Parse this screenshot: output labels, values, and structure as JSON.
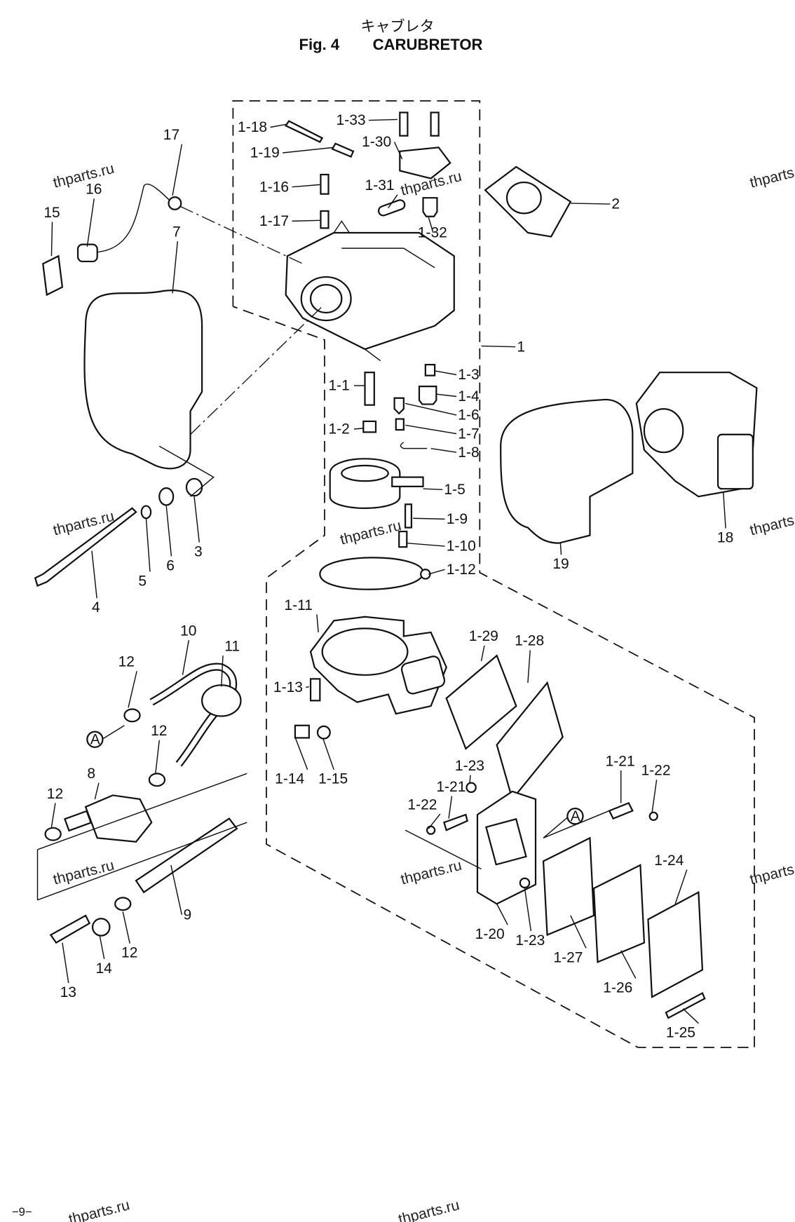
{
  "title": {
    "japanese": "キャブレタ",
    "fig": "Fig. 4",
    "name": "CARUBRETOR"
  },
  "page_number": "−9−",
  "labels": [
    "1-18",
    "1-33",
    "1-19",
    "1-30",
    "1-16",
    "1-31",
    "2",
    "1-17",
    "1-32",
    "17",
    "16",
    "15",
    "7",
    "1",
    "1-3",
    "1-4",
    "1-1",
    "1-6",
    "1-7",
    "1-2",
    "1-8",
    "1-5",
    "1-9",
    "1-10",
    "1-12",
    "3",
    "6",
    "5",
    "4",
    "19",
    "18",
    "1-11",
    "1-29",
    "1-28",
    "10",
    "11",
    "12",
    "12",
    "1-13",
    "A",
    "8",
    "1-14",
    "1-15",
    "12",
    "1-23",
    "1-21",
    "1-22",
    "1-21",
    "1-22",
    "A",
    "1-24",
    "9",
    "1-20",
    "1-23",
    "1-27",
    "12",
    "14",
    "13",
    "1-26",
    "1-25"
  ],
  "watermark": "thparts.ru"
}
